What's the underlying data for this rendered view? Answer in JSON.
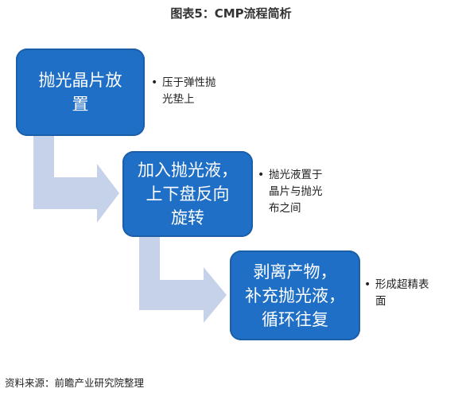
{
  "title": "图表5：CMP流程简析",
  "steps": [
    {
      "label": "抛光晶片放\n置",
      "note": "压于弹性抛\n光垫上"
    },
    {
      "label": "加入抛光液，\n上下盘反向\n旋转",
      "note": "抛光液置于\n晶片与抛光\n布之间"
    },
    {
      "label": "剥离产物，\n补充抛光液，\n循环往复",
      "note": "形成超精表\n面"
    }
  ],
  "source": "资料来源：前瞻产业研究院整理",
  "colors": {
    "box": "#1f6fc6",
    "arrow": "#c6d1ea"
  }
}
